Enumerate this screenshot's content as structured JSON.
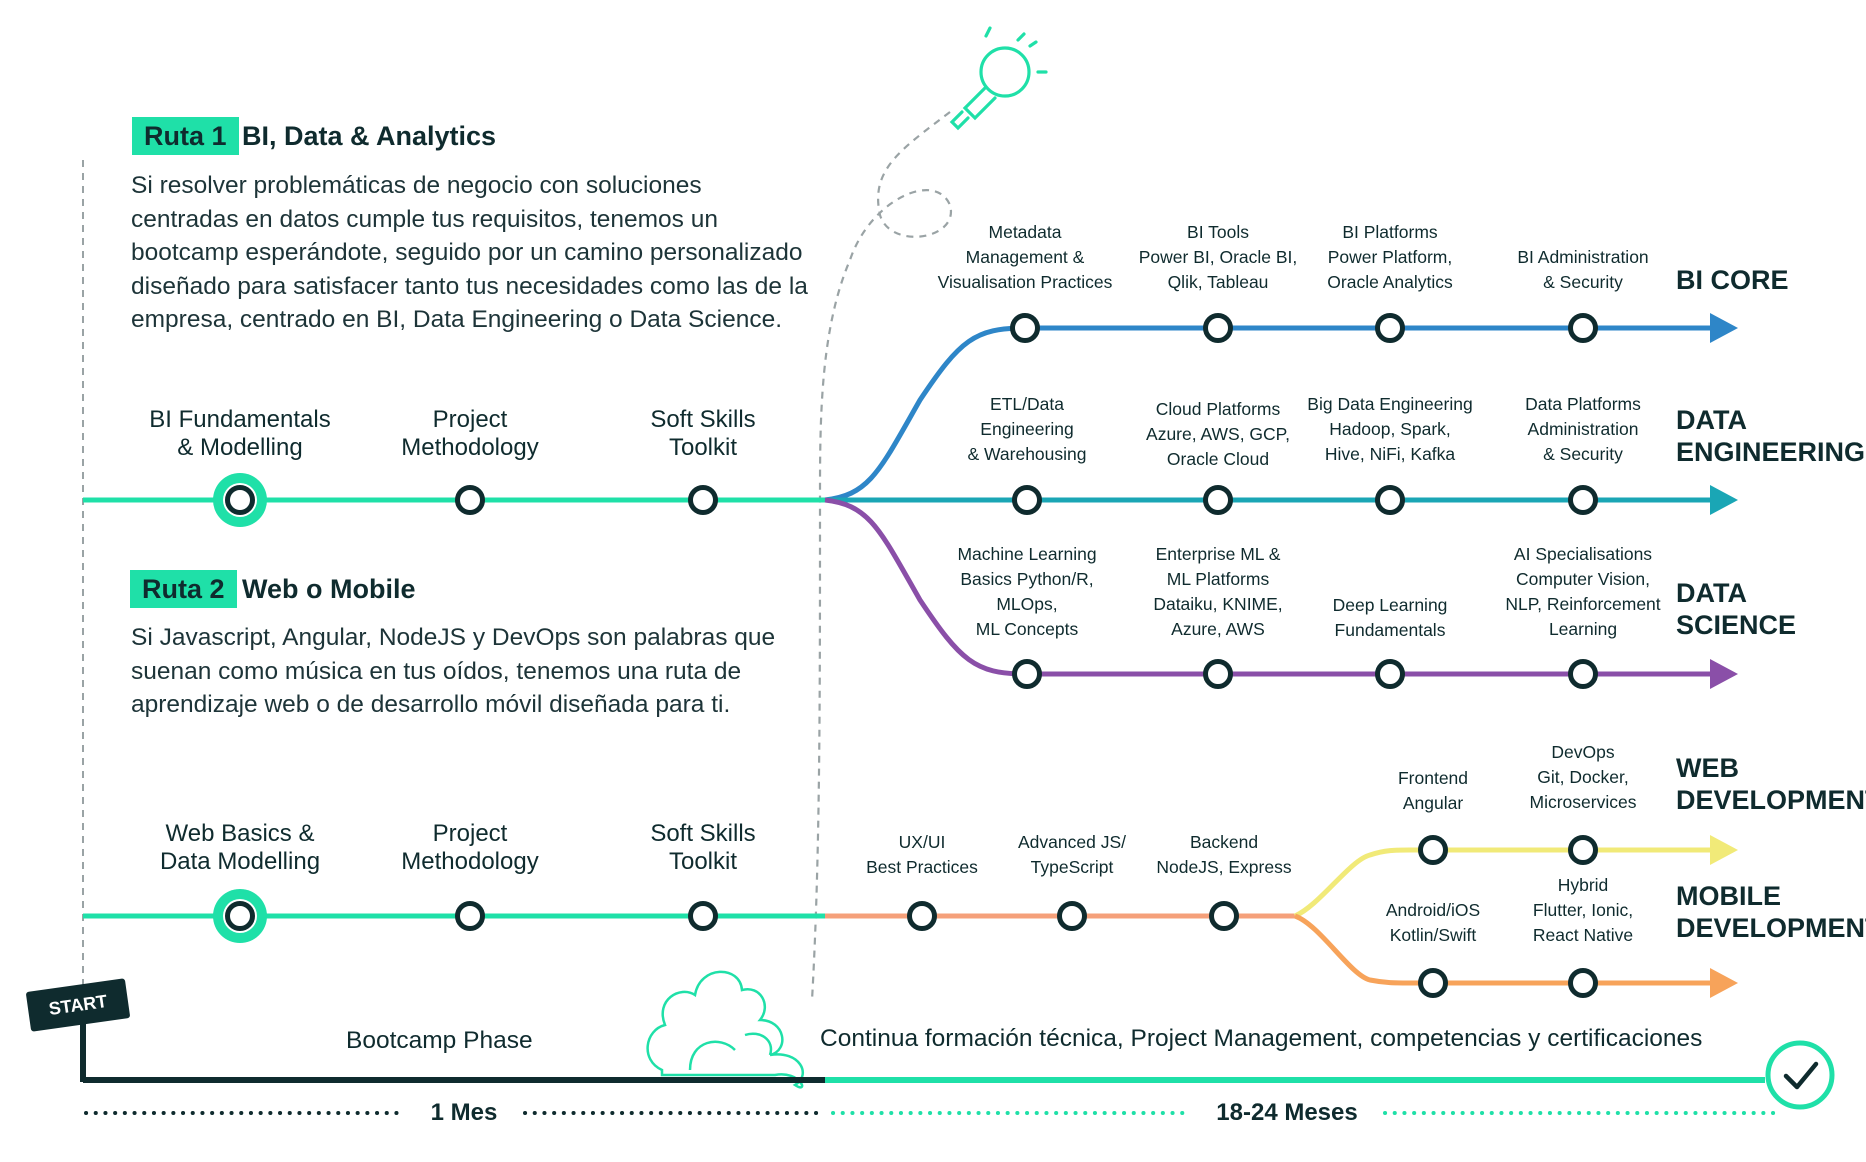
{
  "route1": {
    "badge": "Ruta 1",
    "title": "BI, Data & Analytics",
    "description": [
      "Si resolver problemáticas de negocio con soluciones",
      "centradas en datos cumple tus requisitos, tenemos un",
      "bootcamp esperándote, seguido por un camino personalizado",
      "diseñado para satisfacer tanto tus necesidades como las de la",
      "empresa, centrado en BI, Data Engineering o Data Science."
    ],
    "stops": [
      [
        "BI Fundamentals",
        "& Modelling"
      ],
      [
        "Project",
        "Methodology"
      ],
      [
        "Soft Skills",
        "Toolkit"
      ]
    ]
  },
  "route2": {
    "badge": "Ruta 2",
    "title": "Web o Mobile",
    "description": [
      "Si Javascript, Angular, NodeJS y DevOps son palabras que",
      "suenan como música en tus oídos, tenemos una ruta de",
      "aprendizaje web o de desarrollo móvil diseñada para ti."
    ],
    "stops": [
      [
        "Web Basics &",
        "Data Modelling"
      ],
      [
        "Project",
        "Methodology"
      ],
      [
        "Soft Skills",
        "Toolkit"
      ]
    ]
  },
  "tracks": {
    "bi_core": {
      "name": [
        "BI CORE"
      ],
      "color": "#2e86c8",
      "stops": [
        [
          "Metadata",
          "Management &",
          "Visualisation Practices"
        ],
        [
          "BI Tools",
          "Power BI, Oracle BI,",
          "Qlik, Tableau"
        ],
        [
          "BI Platforms",
          "Power Platform,",
          "Oracle Analytics"
        ],
        [
          "BI Administration",
          "& Security"
        ]
      ]
    },
    "data_engineering": {
      "name": [
        "DATA",
        "ENGINEERING"
      ],
      "color": "#1aa6b5",
      "stops": [
        [
          "ETL/Data",
          "Engineering",
          "& Warehousing"
        ],
        [
          "Cloud Platforms",
          "Azure, AWS, GCP,",
          "Oracle Cloud"
        ],
        [
          "Big Data Engineering",
          "Hadoop, Spark,",
          "Hive, NiFi, Kafka"
        ],
        [
          "Data Platforms",
          "Administration",
          "& Security"
        ]
      ]
    },
    "data_science": {
      "name": [
        "DATA",
        "SCIENCE"
      ],
      "color": "#8a4fa8",
      "stops": [
        [
          "Machine Learning",
          "Basics Python/R,",
          "MLOps,",
          "ML Concepts"
        ],
        [
          "Enterprise ML &",
          "ML Platforms",
          "Dataiku, KNIME,",
          "Azure, AWS"
        ],
        [
          "Deep Learning",
          "Fundamentals"
        ],
        [
          "AI Specialisations",
          "Computer Vision,",
          "NLP, Reinforcement",
          "Learning"
        ]
      ]
    },
    "web_common": {
      "color": "#f5a07a",
      "stops": [
        [
          "UX/UI",
          "Best Practices"
        ],
        [
          "Advanced JS/",
          "TypeScript"
        ],
        [
          "Backend",
          "NodeJS, Express"
        ]
      ]
    },
    "web_development": {
      "name": [
        "WEB",
        "DEVELOPMENT"
      ],
      "color": "#f1ea78",
      "stops": [
        [
          "Frontend",
          "Angular"
        ],
        [
          "DevOps",
          "Git, Docker,",
          "Microservices"
        ]
      ]
    },
    "mobile_development": {
      "name": [
        "MOBILE",
        "DEVELOPMENT"
      ],
      "color": "#f7a35a",
      "stops": [
        [
          "Android/iOS",
          "Kotlin/Swift"
        ],
        [
          "Hybrid",
          "Flutter, Ionic,",
          "React Native"
        ]
      ]
    }
  },
  "timeline": {
    "start": "START",
    "bootcamp_phase": "Bootcamp Phase",
    "continuation": "Continua formación técnica, Project Management, competencias y certificaciones",
    "duration_1": "1 Mes",
    "duration_2": "18-24 Meses"
  },
  "colors": {
    "accent": "#1fe0a8",
    "dark": "#0f2b2e"
  },
  "icons": [
    "lightbulb-icon",
    "check-icon",
    "bush-icon",
    "start-sign-icon"
  ]
}
